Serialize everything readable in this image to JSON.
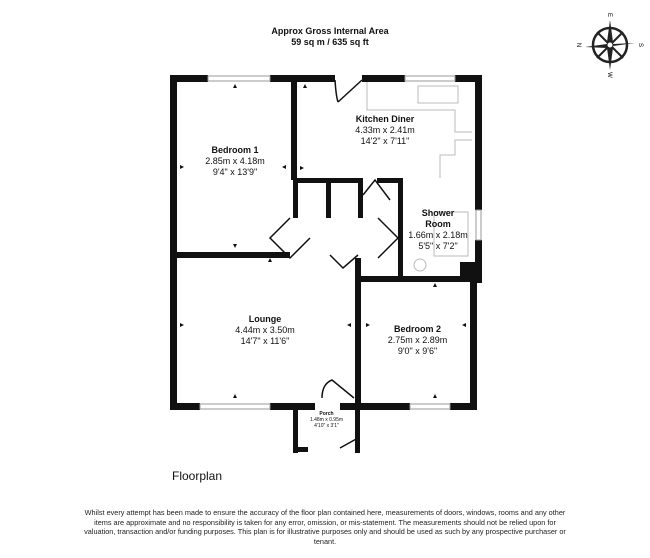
{
  "header": {
    "title": "Approx Gross Internal Area",
    "area": "59 sq m / 635 sq ft"
  },
  "compass": {
    "n": "N",
    "e": "E",
    "s": "S",
    "w": "W"
  },
  "rooms": [
    {
      "name": "Bedroom 1",
      "metric": "2.85m x 4.18m",
      "imperial": "9'4\" x 13'9\""
    },
    {
      "name": "Kitchen Diner",
      "metric": "4.33m x 2.41m",
      "imperial": "14'2\" x 7'11\""
    },
    {
      "name": "Shower Room",
      "metric": "1.66m x 2.18m",
      "imperial": "5'5\" x 7'2\""
    },
    {
      "name": "Lounge",
      "metric": "4.44m x 3.50m",
      "imperial": "14'7\" x 11'6\""
    },
    {
      "name": "Bedroom 2",
      "metric": "2.75m x 2.89m",
      "imperial": "9'0\" x 9'6\""
    },
    {
      "name": "Porch",
      "metric": "1.48m x 0.95m",
      "imperial": "4'10\" x 3'1\""
    }
  ],
  "footer": {
    "caption": "Floorplan",
    "disclaimer": "Whilst every attempt has been made to ensure the accuracy of the floor plan contained here, measurements of doors, windows, rooms and any other items are approximate and no responsibility is taken for any error, omission, or mis-statement. The measurements should not be relied upon for valuation, transaction and/or funding purposes. This plan is for illustrative purposes only and should be used as such by any prospective purchaser or tenant."
  }
}
